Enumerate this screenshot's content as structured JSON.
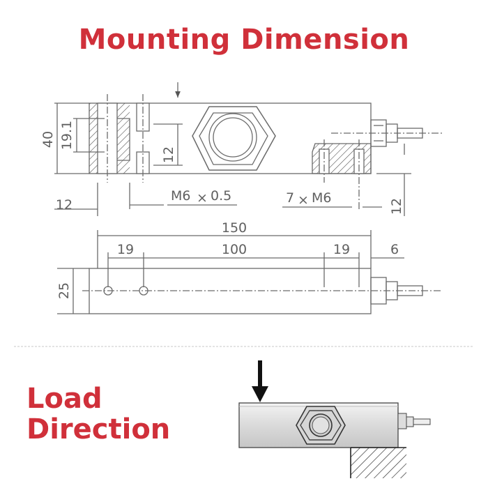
{
  "header": {
    "title": "Mounting Dimension"
  },
  "load": {
    "title_line1": "Load",
    "title_line2": "Direction"
  },
  "dimensions": {
    "height": "40",
    "hole_pitch": "19.1",
    "thread_depth_left": "12",
    "top_thread_depth": "12",
    "thread_left": "M6",
    "thread_left_pitch": "0.5",
    "thread_right_count": "7",
    "thread_right": "M6",
    "thread_depth_right": "12",
    "length": "150",
    "hole_offset_left": "19",
    "hole_spacing": "100",
    "hole_offset_right": "19",
    "end_offset": "6",
    "width": "25"
  },
  "colors": {
    "accent": "#d0303a",
    "line": "#707070",
    "dim_text": "#606060",
    "section_hatch": "#555555"
  }
}
